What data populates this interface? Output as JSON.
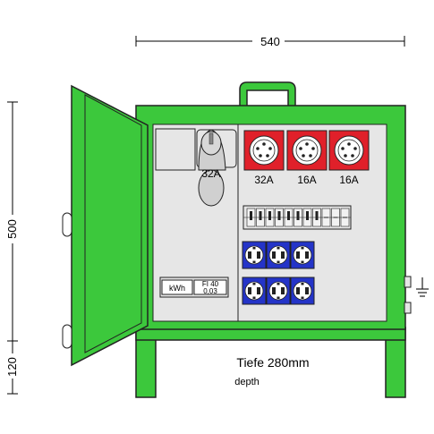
{
  "dimensions": {
    "width_label": "540",
    "height_label": "500",
    "leg_label": "120"
  },
  "depth": {
    "label": "Tiefe 280mm",
    "sublabel": "depth"
  },
  "sockets": {
    "inlet_label": "32A",
    "outlets": [
      {
        "label": "32A"
      },
      {
        "label": "16A"
      },
      {
        "label": "16A"
      }
    ]
  },
  "meter": {
    "kwh_label": "kWh",
    "rcd_line1": "FI 40",
    "rcd_line2": "0,03"
  },
  "colors": {
    "cabinet_green": "#3cc83c",
    "outline": "#222222",
    "panel_grey": "#e6e6e6",
    "cee_red": "#e0202a",
    "schuko_blue": "#2434c8"
  }
}
